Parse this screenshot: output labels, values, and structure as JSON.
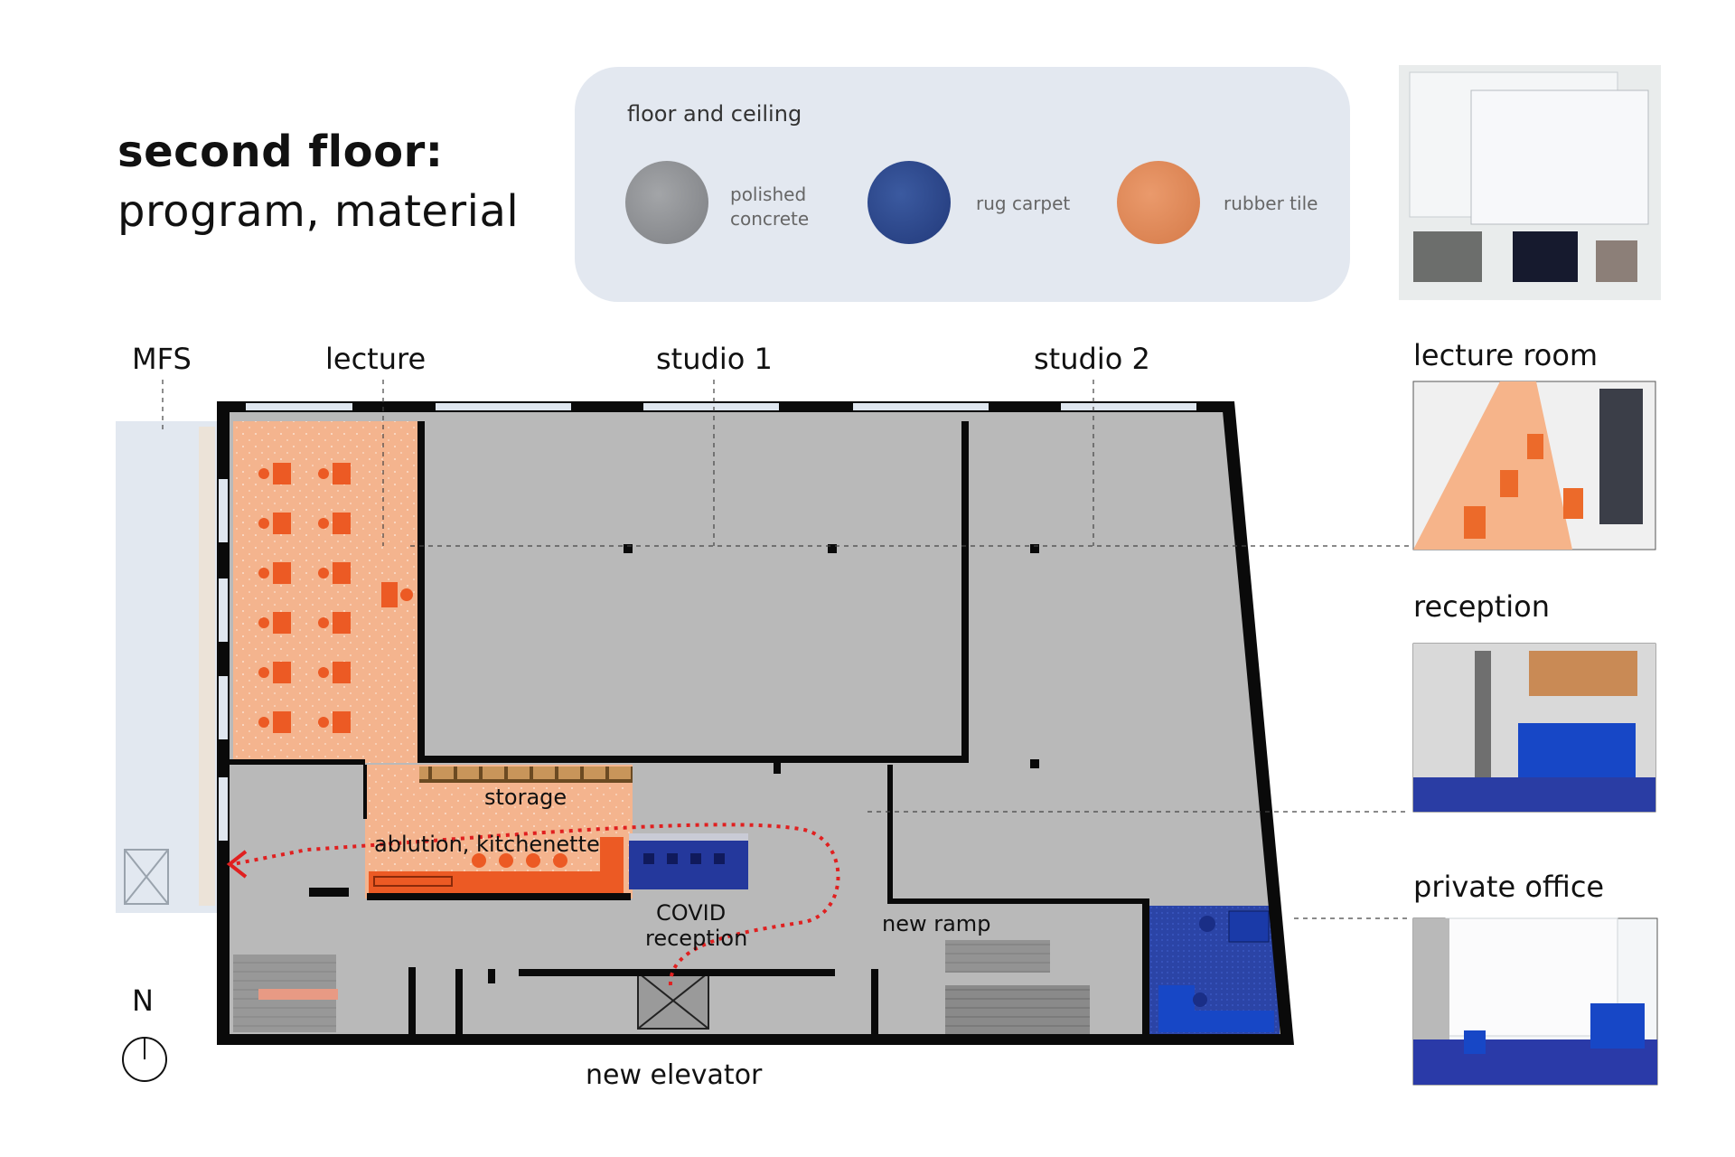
{
  "title": {
    "line1": "second floor:",
    "line2": "program, material"
  },
  "legend": {
    "heading": "floor and ceiling",
    "materials": [
      {
        "label_line1": "polished",
        "label_line2": "concrete",
        "color": "#8e9094"
      },
      {
        "label_line1": "rug carpet",
        "label_line2": "",
        "color": "#2d4a8c"
      },
      {
        "label_line1": "rubber tile",
        "label_line2": "",
        "color": "#e08a5a"
      }
    ]
  },
  "plan_labels": {
    "mfs": "MFS",
    "lecture": "lecture",
    "studio1": "studio 1",
    "studio2": "studio 2",
    "storage": "storage",
    "ablution": "ablution, kitchenette",
    "covid_line1": "COVID",
    "covid_line2": "reception",
    "new_ramp": "new ramp",
    "new_elevator": "new elevator",
    "north": "N"
  },
  "views": {
    "lecture_room": "lecture room",
    "reception": "reception",
    "private_office": "private office"
  },
  "colors": {
    "concrete": "#b9b9b9",
    "rubber_tile": "#f4b48e",
    "accent_orange": "#ec5a24",
    "carpet_blue": "#24389c",
    "route_red": "#e02020",
    "wall": "#0a0a0a"
  }
}
